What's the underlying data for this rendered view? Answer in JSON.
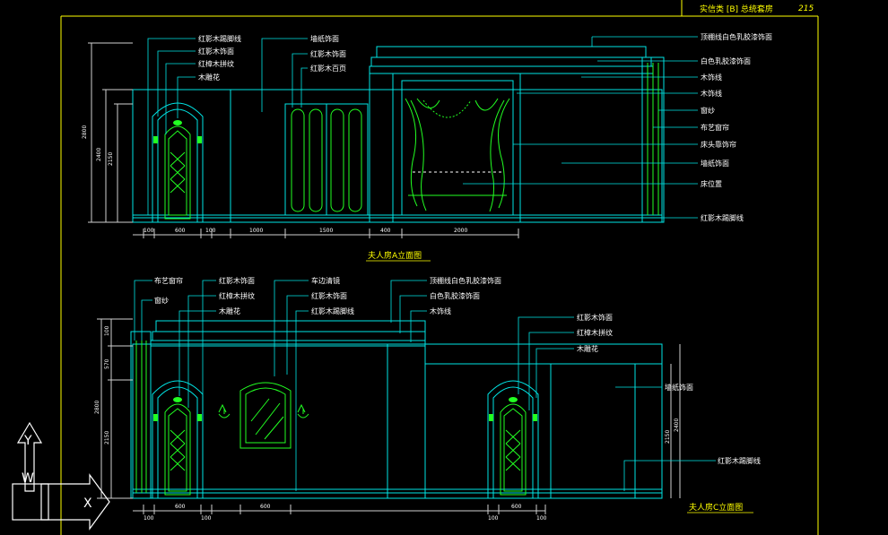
{
  "header": {
    "title": "实信类 [B] 总统套房",
    "page": "215"
  },
  "views": {
    "a": {
      "caption": "夫人房A立面图",
      "labels_left": [
        "红影木踢脚线",
        "红影木饰面",
        "红樟木拼纹",
        "木雕花"
      ],
      "labels_mid": [
        "墙纸饰面",
        "红影木饰面",
        "红影木百页"
      ],
      "labels_right": [
        "顶棚线白色乳胶漆饰面",
        "白色乳胶漆饰面",
        "木饰线",
        "木饰线",
        "窗纱",
        "布艺窗帘",
        "床头靠饰帘",
        "墙纸饰面",
        "床位置",
        "红影木踢脚线"
      ],
      "dims_bottom": [
        "100",
        "600",
        "100",
        "1000",
        "1500",
        "400",
        "2000"
      ],
      "dims_left": [
        "2800",
        "2400",
        "2150"
      ]
    },
    "c": {
      "caption": "夫人房C立面图",
      "labels_left": [
        "布艺窗帘",
        "窗纱",
        "红影木饰面",
        "红樟木拼纹",
        "木雕花"
      ],
      "labels_mid": [
        "车边清镜",
        "红影木饰面",
        "红影木踢脚线"
      ],
      "labels_top": [
        "顶棚线白色乳胶漆饰面",
        "白色乳胶漆饰面",
        "木饰线"
      ],
      "labels_right": [
        "红影木饰面",
        "红樟木拼纹",
        "木雕花",
        "墙纸饰面",
        "红影木踢脚线"
      ],
      "dims_bottom": [
        "100",
        "600",
        "100",
        "600",
        "100",
        "600",
        "100"
      ],
      "dims_left": [
        "100",
        "570",
        "2800",
        "2150"
      ],
      "dims_right": [
        "2150",
        "2400"
      ]
    }
  },
  "ucs": {
    "y_label": "Y",
    "w_label": "W",
    "x_label": "X"
  },
  "colors": {
    "background": "#000000",
    "cyan": "#00e5e5",
    "green": "#22ff22",
    "yellow": "#ffff00",
    "white": "#ffffff"
  }
}
